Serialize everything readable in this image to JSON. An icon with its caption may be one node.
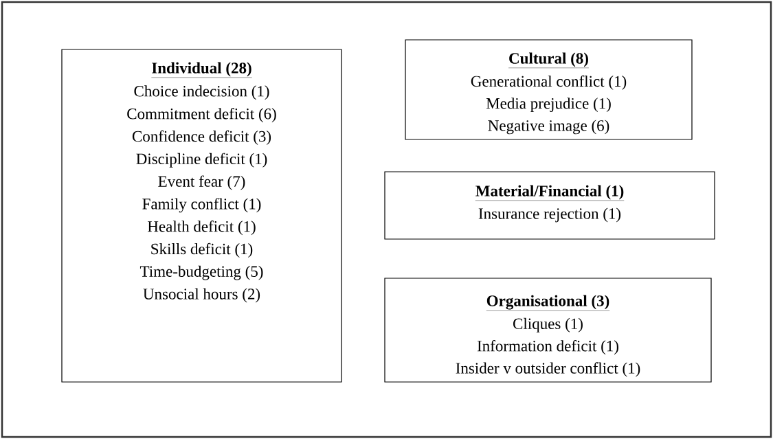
{
  "diagram": {
    "nodes": [
      {
        "text": [
          "Individual (28)",
          "Choice indecision (1)",
          "Commitment deficit (6)",
          "Confidence deficit (3)",
          "Discipline deficit (1)",
          "Event fear (7)",
          "Family conflict (1)",
          "Health deficit (1)",
          "Skills deficit (1)",
          "Time-budgeting (5)",
          "Unsocial hours (2)"
        ]
      },
      {
        "text": [
          "Cultural (8)",
          "Generational conflict (1)",
          "Media prejudice (1)",
          "Negative image (6)"
        ]
      },
      {
        "text": [
          "Material/Financial (1)",
          "Insurance rejection (1)"
        ]
      },
      {
        "text": [
          "Organisational (3)",
          "Cliques (1)",
          "Information deficit (1)",
          "Insider v outsider conflict (1)"
        ]
      }
    ]
  }
}
